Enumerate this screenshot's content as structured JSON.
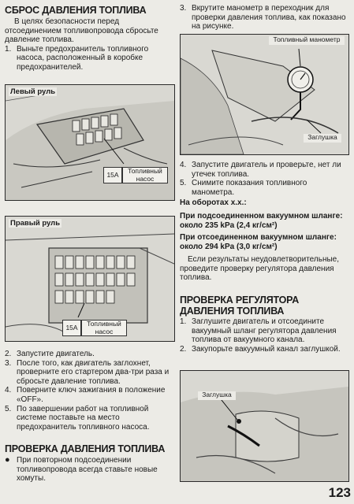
{
  "page_number": "123",
  "left": {
    "heading": "СБРОС ДАВЛЕНИЯ ТОПЛИВА",
    "intro": "В целях безопасности перед отсоединением топливопровода сбросьте давление топлива.",
    "steps_top": [
      {
        "n": "1.",
        "t": "Выньте предохранитель топливного насоса, расположенный в коробке предохранителей."
      }
    ],
    "fig1": {
      "label": "Левый руль",
      "fuse": "15A",
      "callout": "Топливный насос"
    },
    "fig2": {
      "label": "Правый руль",
      "fuse": "15A",
      "callout": "Топливный насос"
    },
    "steps_bottom": [
      {
        "n": "2.",
        "t": "Запустите двигатель."
      },
      {
        "n": "3.",
        "t": "После того, как двигатель заглохнет, проверните его стартером два-три раза и сбросьте давление топлива."
      },
      {
        "n": "4.",
        "t": "Поверните ключ зажигания в положение «OFF»."
      },
      {
        "n": "5.",
        "t": "По завершении работ на топливной системе поставьте на место предохранитель топливного насоса."
      }
    ],
    "heading2": "ПРОВЕРКА ДАВЛЕНИЯ ТОПЛИВА",
    "bullet": "При повторном подсоединении топливопровода всегда ставьте новые хомуты."
  },
  "right": {
    "step3": {
      "n": "3.",
      "t": "Вкрутите манометр в переходник для проверки давления топлива, как показано на рисунке."
    },
    "fig3": {
      "gauge": "Топливный манометр",
      "plug": "Заглушка"
    },
    "steps": [
      {
        "n": "4.",
        "t": "Запустите двигатель и проверьте, нет ли утечек топлива."
      },
      {
        "n": "5.",
        "t": "Снимите показания топливного манометра."
      }
    ],
    "idle_title": "На оборотах х.х.:",
    "spec1": "При подсоединенном вакуумном шланге: около 235 kPa (2,4 кг/см²)",
    "spec2": "При отсоединенном вакуумном шланге: около 294 kPa (3,0 кг/см²)",
    "note": "Если результаты неудовлетворительные, проведите проверку регулятора давления топлива.",
    "heading": "ПРОВЕРКА РЕГУЛЯТОРА ДАВЛЕНИЯ ТОПЛИВА",
    "steps2": [
      {
        "n": "1.",
        "t": "Заглушите двигатель и отсоедините вакуумный шланг регулятора давления топлива от вакуумного канала."
      },
      {
        "n": "2.",
        "t": "Закупорьте вакуумный канал заглушкой."
      }
    ],
    "fig4": {
      "plug": "Заглушка"
    }
  }
}
